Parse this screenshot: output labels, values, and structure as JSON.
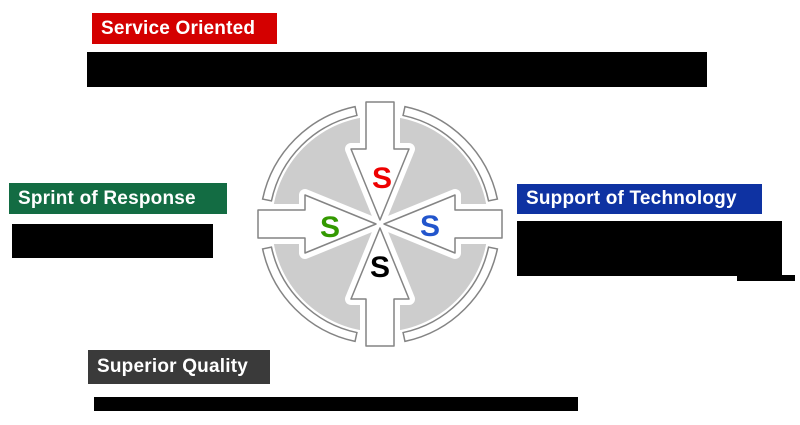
{
  "labels": {
    "service_oriented": {
      "text": "Service Oriented",
      "bg": "#d40000",
      "text_color": "#ffffff"
    },
    "sprint_of_response": {
      "text": "Sprint of Response",
      "bg": "#136c43",
      "text_color": "#ffffff"
    },
    "support_of_technology": {
      "text": "Support of Technology",
      "bg": "#0e32a2",
      "text_color": "#ffffff"
    },
    "superior_quality": {
      "text": "Superior Quality",
      "bg": "#3a3a3a",
      "text_color": "#ffffff"
    }
  },
  "center_graphic": {
    "name": "four-s-inward-arrows-circle",
    "disc_color": "#cdcdcd",
    "outline_color": "#848484",
    "arrows": {
      "top": {
        "letter": "S",
        "color": "#ee0000",
        "points_to": "center",
        "from": "top"
      },
      "left": {
        "letter": "S",
        "color": "#339900",
        "points_to": "center",
        "from": "left"
      },
      "right": {
        "letter": "S",
        "color": "#2255cc",
        "points_to": "center",
        "from": "right"
      },
      "bottom": {
        "letter": "S",
        "color": "#000000",
        "points_to": "center",
        "from": "bottom"
      }
    }
  },
  "redacted_blocks": {
    "color": "#000000",
    "count": 5,
    "positions": [
      "below-service-oriented",
      "below-sprint-of-response",
      "below-support-of-technology",
      "below-support-of-technology-step",
      "below-superior-quality"
    ]
  }
}
